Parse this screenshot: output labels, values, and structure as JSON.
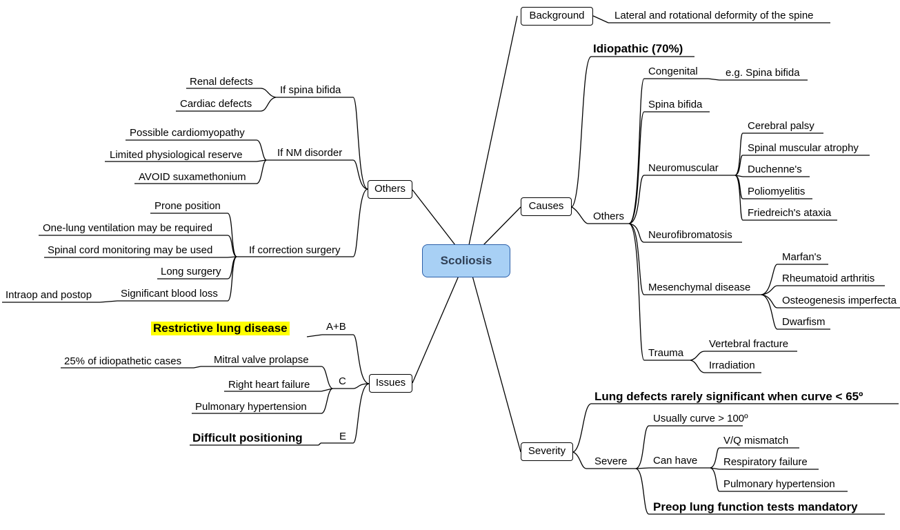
{
  "central": "Scoliosis",
  "background": {
    "label": "Background",
    "text": "Lateral and rotational deformity of the spine"
  },
  "causes": {
    "label": "Causes",
    "idiopathic": "Idiopathic (70%)",
    "others_label": "Others",
    "congenital": "Congenital",
    "congenital_eg": "e.g. Spina bifida",
    "spina_bifida": "Spina bifida",
    "neuromuscular": "Neuromuscular",
    "neuromuscular_items": [
      "Cerebral palsy",
      "Spinal muscular atrophy",
      "Duchenne's",
      "Poliomyelitis",
      "Friedreich's ataxia"
    ],
    "neurofibromatosis": "Neurofibromatosis",
    "mesenchymal": "Mesenchymal disease",
    "mesenchymal_items": [
      "Marfan's",
      "Rheumatoid arthritis",
      "Osteogenesis imperfecta",
      "Dwarfism"
    ],
    "trauma": "Trauma",
    "trauma_items": [
      "Vertebral fracture",
      "Irradiation"
    ]
  },
  "severity": {
    "label": "Severity",
    "rarely": "Lung defects rarely significant when curve < 65º",
    "severe": "Severe",
    "usually": "Usually curve > 100º",
    "can_have": "Can have",
    "can_have_items": [
      "V/Q mismatch",
      "Respiratory failure",
      "Pulmonary hypertension"
    ],
    "preop": "Preop lung function tests mandatory"
  },
  "others": {
    "label": "Others",
    "spina_bifida": "If spina bifida",
    "spina_bifida_items": [
      "Renal defects",
      "Cardiac defects"
    ],
    "nm": "If NM disorder",
    "nm_items": [
      "Possible cardiomyopathy",
      "Limited physiological reserve",
      "AVOID suxamethonium"
    ],
    "surgery": "If correction surgery",
    "surgery_items": [
      "Prone position",
      "One-lung ventilation may be required",
      "Spinal cord monitoring may be used",
      "Long surgery",
      "Significant blood loss"
    ],
    "blood_loss_note": "Intraop and postop"
  },
  "issues": {
    "label": "Issues",
    "ab": "A+B",
    "restrictive": "Restrictive lung disease",
    "c": "C",
    "mitral": "Mitral valve prolapse",
    "mitral_note": "25% of idiopathetic cases",
    "right_heart": "Right heart failure",
    "pulm_htn": "Pulmonary hypertension",
    "e": "E",
    "difficult": "Difficult positioning"
  },
  "colors": {
    "central_fill": "#a8d0f5",
    "highlight": "#ffff00"
  }
}
